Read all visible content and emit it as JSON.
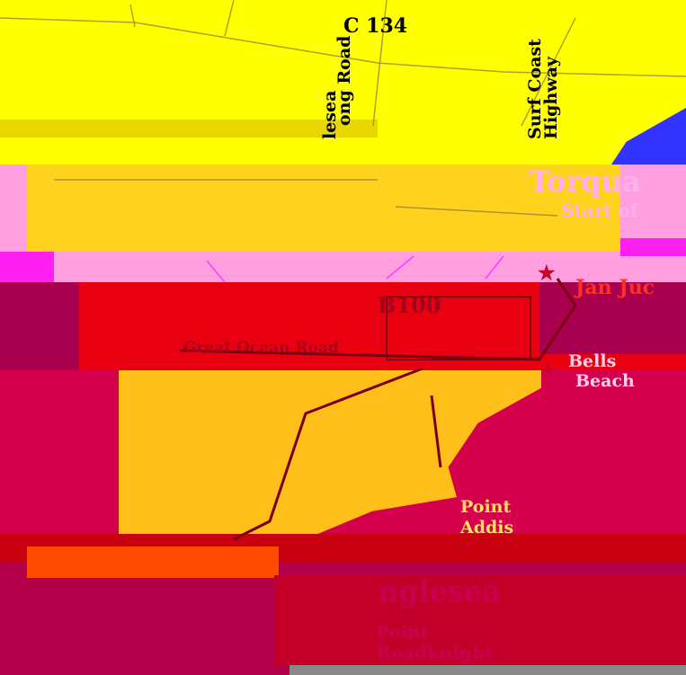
{
  "map": {
    "colors": {
      "yellow": "#ffff00",
      "gold": "#ffd21e",
      "pink": "#ff9fe0",
      "magenta": "#ff1ff0",
      "red": "#e80010",
      "crimson": "#d5004c",
      "maroon": "#b3004a",
      "amber": "#ffbf1a",
      "ocean": "#3333ff",
      "grey": "#8a8a8a"
    },
    "labels": {
      "c134": "C 134",
      "anglesea_road": "lesea",
      "geelong_road": "ong Road",
      "surf_coast": "Surf Coast",
      "highway": "Highway",
      "torquay": "Torqua",
      "torquay_sub": "Start of",
      "b100": "B100",
      "jan_juc": "Jan Juc",
      "great_ocean_road": "Great Ocean Road",
      "bells": "Bells",
      "beach": "Beach",
      "point": "Point",
      "addis": "Addis",
      "anglesea": "nglesea",
      "point_roadknight_1": "Point",
      "point_roadknight_2": "Roadknight"
    }
  }
}
